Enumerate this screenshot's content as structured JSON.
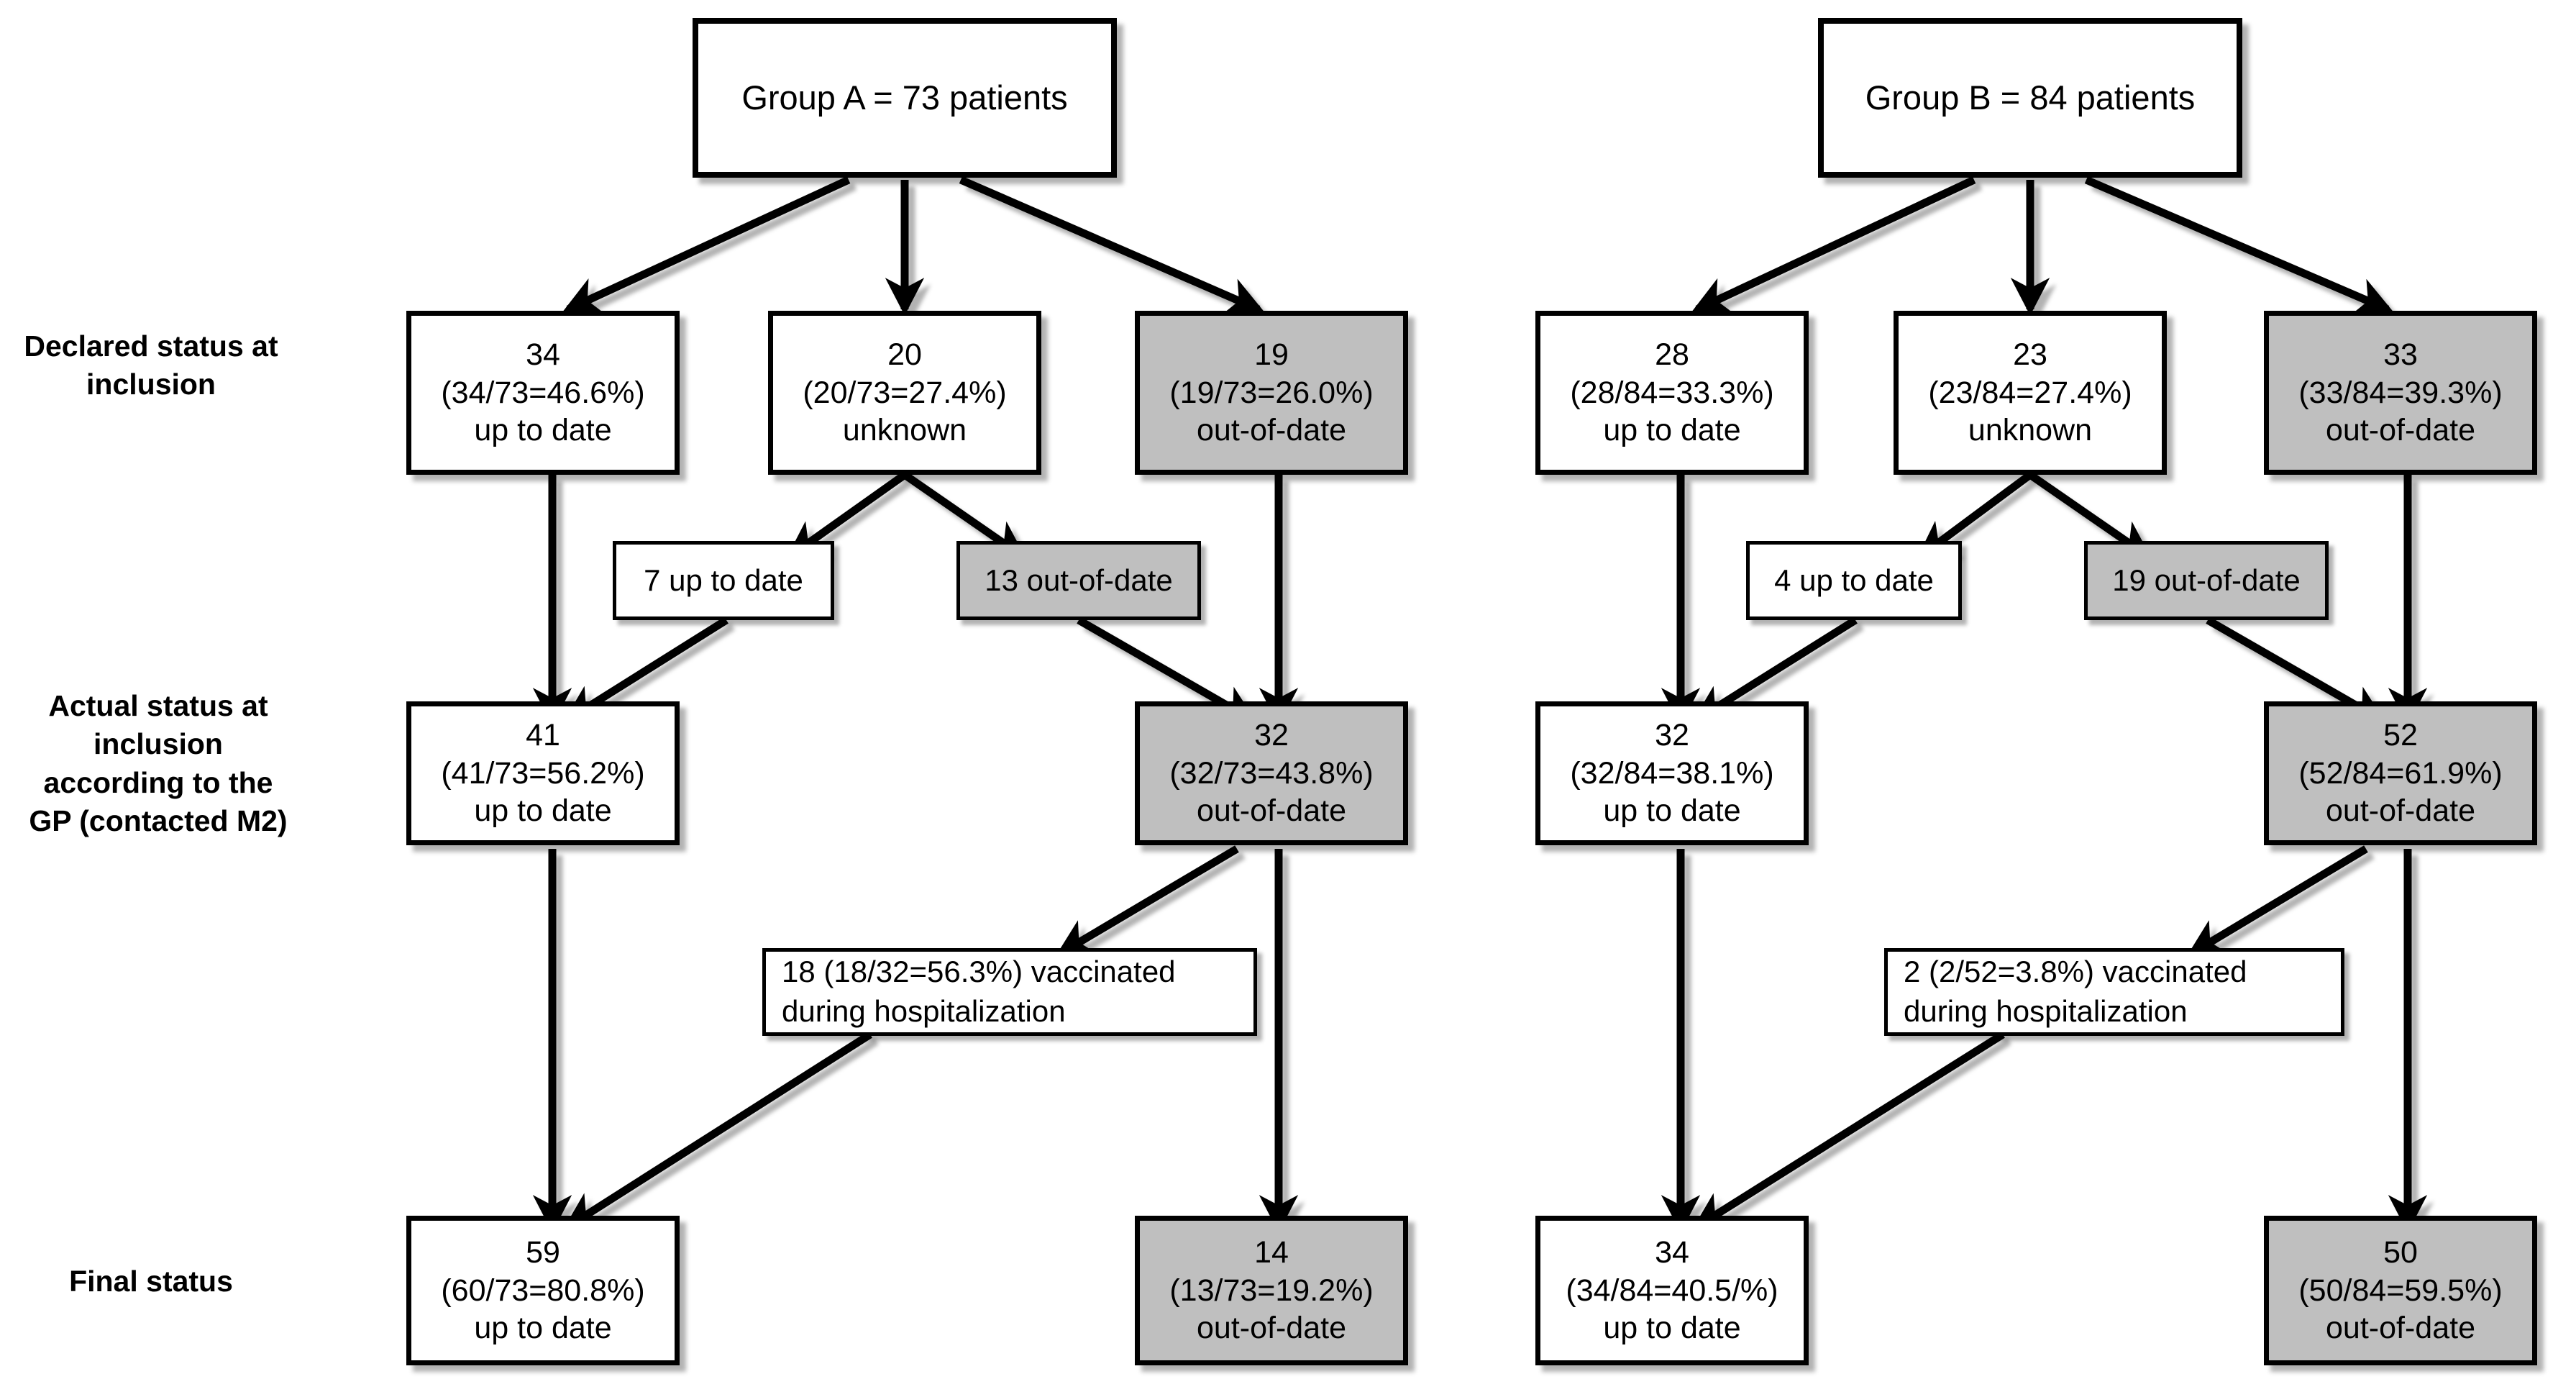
{
  "diagram": {
    "title": "Vaccination status flow for Group A and Group B",
    "colors": {
      "shaded_fill": "#bfbfbf",
      "plain_fill": "#ffffff",
      "stroke": "#000000"
    },
    "row_labels": [
      {
        "id": "declared",
        "text_lines": [
          "Declared status at",
          "inclusion"
        ]
      },
      {
        "id": "actual",
        "text_lines": [
          "Actual status at",
          "inclusion",
          "according to the",
          "GP (contacted M2)"
        ]
      },
      {
        "id": "final",
        "text_lines": [
          "Final status"
        ]
      }
    ],
    "groups": [
      {
        "id": "group-a",
        "root": {
          "label": "Group A = 73 patients"
        },
        "declared": [
          {
            "id": "a-declared-uptodate",
            "shaded": false,
            "lines": [
              "34",
              "(34/73=46.6%)",
              "up to date"
            ]
          },
          {
            "id": "a-declared-unknown",
            "shaded": false,
            "lines": [
              "20",
              "(20/73=27.4%)",
              "unknown"
            ]
          },
          {
            "id": "a-declared-outofdate",
            "shaded": true,
            "lines": [
              "19",
              "(19/73=26.0%)",
              "out-of-date"
            ]
          }
        ],
        "split_notes": [
          {
            "id": "a-note-uptodate",
            "shaded": false,
            "lines": [
              "7 up to date"
            ]
          },
          {
            "id": "a-note-outofdate",
            "shaded": true,
            "lines": [
              "13 out-of-date"
            ]
          }
        ],
        "actual": [
          {
            "id": "a-actual-uptodate",
            "shaded": false,
            "lines": [
              "41",
              "(41/73=56.2%)",
              "up to date"
            ]
          },
          {
            "id": "a-actual-outofdate",
            "shaded": true,
            "lines": [
              "32",
              "(32/73=43.8%)",
              "out-of-date"
            ]
          }
        ],
        "vaccination_note": {
          "id": "a-vacc-note",
          "shaded": false,
          "lines": [
            "18 (18/32=56.3%) vaccinated",
            "during hospitalization"
          ]
        },
        "final": [
          {
            "id": "a-final-uptodate",
            "shaded": false,
            "lines": [
              "59",
              "(60/73=80.8%)",
              "up to date"
            ]
          },
          {
            "id": "a-final-outofdate",
            "shaded": true,
            "lines": [
              "14",
              "(13/73=19.2%)",
              "out-of-date"
            ]
          }
        ]
      },
      {
        "id": "group-b",
        "root": {
          "label": "Group B = 84 patients"
        },
        "declared": [
          {
            "id": "b-declared-uptodate",
            "shaded": false,
            "lines": [
              "28",
              "(28/84=33.3%)",
              "up to date"
            ]
          },
          {
            "id": "b-declared-unknown",
            "shaded": false,
            "lines": [
              "23",
              "(23/84=27.4%)",
              "unknown"
            ]
          },
          {
            "id": "b-declared-outofdate",
            "shaded": true,
            "lines": [
              "33",
              "(33/84=39.3%)",
              "out-of-date"
            ]
          }
        ],
        "split_notes": [
          {
            "id": "b-note-uptodate",
            "shaded": false,
            "lines": [
              "4 up to date"
            ]
          },
          {
            "id": "b-note-outofdate",
            "shaded": true,
            "lines": [
              "19 out-of-date"
            ]
          }
        ],
        "actual": [
          {
            "id": "b-actual-uptodate",
            "shaded": false,
            "lines": [
              "32",
              "(32/84=38.1%)",
              "up to date"
            ]
          },
          {
            "id": "b-actual-outofdate",
            "shaded": true,
            "lines": [
              "52",
              "(52/84=61.9%)",
              "out-of-date"
            ]
          }
        ],
        "vaccination_note": {
          "id": "b-vacc-note",
          "shaded": false,
          "lines": [
            "2 (2/52=3.8%) vaccinated",
            "during hospitalization"
          ]
        },
        "final": [
          {
            "id": "b-final-uptodate",
            "shaded": false,
            "lines": [
              "34",
              "(34/84=40.5/%)",
              "up to date"
            ]
          },
          {
            "id": "b-final-outofdate",
            "shaded": true,
            "lines": [
              "50",
              "(50/84=59.5%)",
              "out-of-date"
            ]
          }
        ]
      }
    ]
  }
}
